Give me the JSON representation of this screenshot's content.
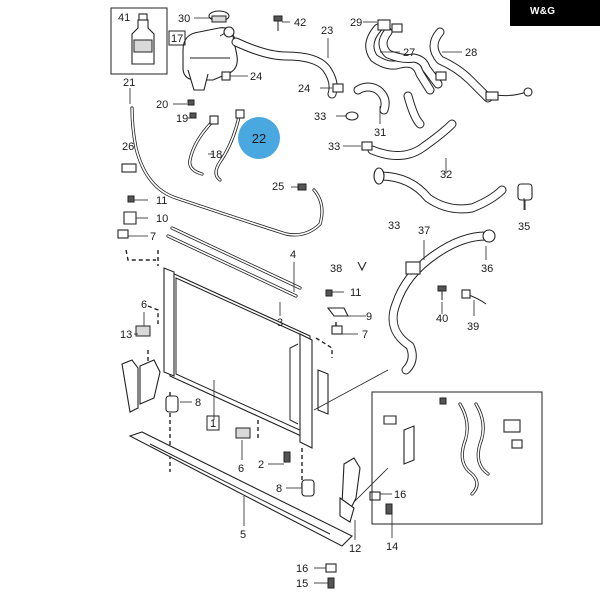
{
  "logo": {
    "text": "W&G"
  },
  "highlight": {
    "label": "22",
    "color": "#4aa8e0"
  },
  "callouts": {
    "c41": "41",
    "c30": "30",
    "c42": "42",
    "c23": "23",
    "c29": "29",
    "c27": "27",
    "c28": "28",
    "c17": "17",
    "c21": "21",
    "c24a": "24",
    "c24b": "24",
    "c20": "20",
    "c19": "19",
    "c18": "18",
    "c33a": "33",
    "c33b": "33",
    "c33c": "33",
    "c31": "31",
    "c32": "32",
    "c26": "26",
    "c25": "25",
    "c35": "35",
    "c11a": "11",
    "c10": "10",
    "c7a": "7",
    "c37": "37",
    "c36": "36",
    "c4": "4",
    "c38": "38",
    "c11b": "11",
    "c40": "40",
    "c39": "39",
    "c6a": "6",
    "c9": "9",
    "c13": "13",
    "c7b": "7",
    "c3": "3",
    "c8a": "8",
    "c1": "1",
    "c6b": "6",
    "c2": "2",
    "c8b": "8",
    "c16a": "16",
    "c5": "5",
    "c14": "14",
    "c12": "12",
    "c16b": "16",
    "c15": "15"
  }
}
